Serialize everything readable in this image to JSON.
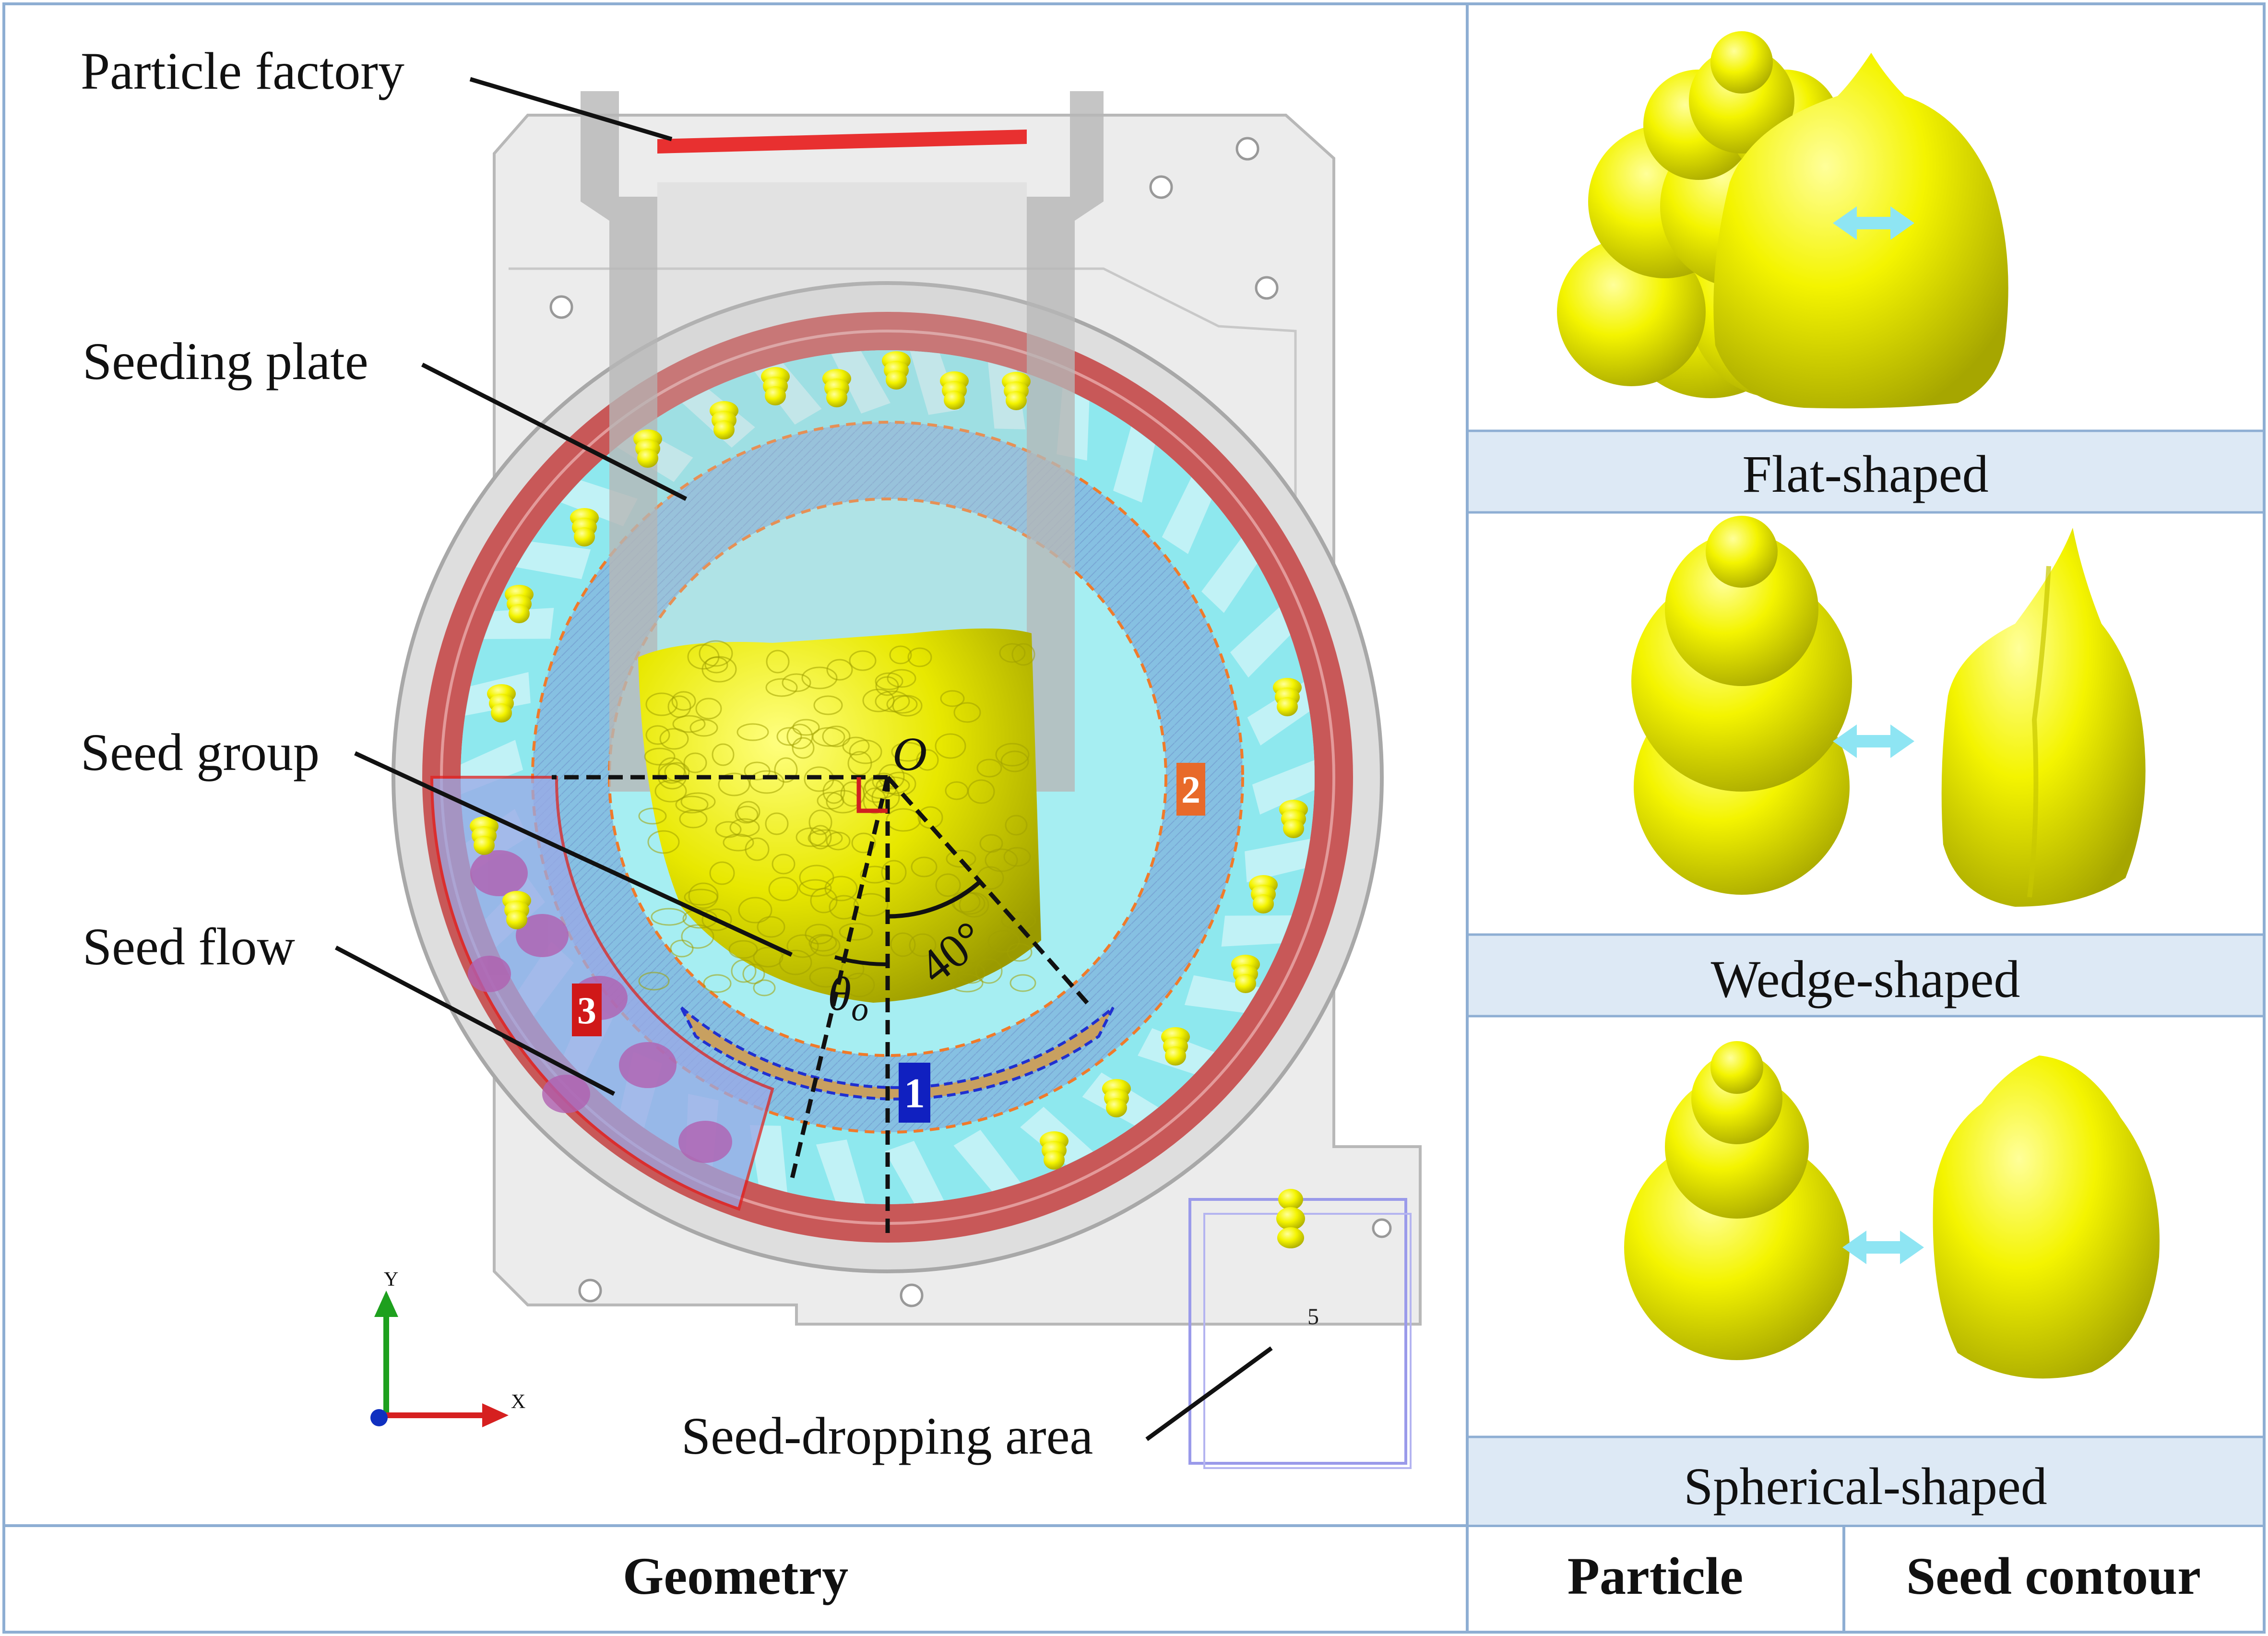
{
  "geometry": {
    "labels": {
      "particle_factory": "Particle factory",
      "seeding_plate": "Seeding plate",
      "seed_group": "Seed group",
      "seed_flow": "Seed flow",
      "seed_dropping_area": "Seed-dropping area"
    },
    "origin_label": "O",
    "angle_label": "40°",
    "theta_label": "θ",
    "theta_subscript": "o",
    "region_badges": [
      "1",
      "2",
      "3"
    ],
    "box_number": "5",
    "axis_y": "Y",
    "axis_x": "X"
  },
  "shape_labels": {
    "flat": "Flat-shaped",
    "wedge": "Wedge-shaped",
    "spherical": "Spherical-shaped"
  },
  "footer": {
    "geometry": "Geometry",
    "particle": "Particle",
    "seed_contour": "Seed contour"
  },
  "colors": {
    "frame_border": "#8eaed3",
    "label_band": "#dde9f5",
    "seed_yellow": "#f2f200",
    "ring_red": "#c85858",
    "cyan": "#8ee8ee",
    "badge_blue": "#1020c0",
    "badge_orange": "#e86a2a",
    "badge_red": "#d01818",
    "arrow_cyan": "#8ee5f3"
  }
}
